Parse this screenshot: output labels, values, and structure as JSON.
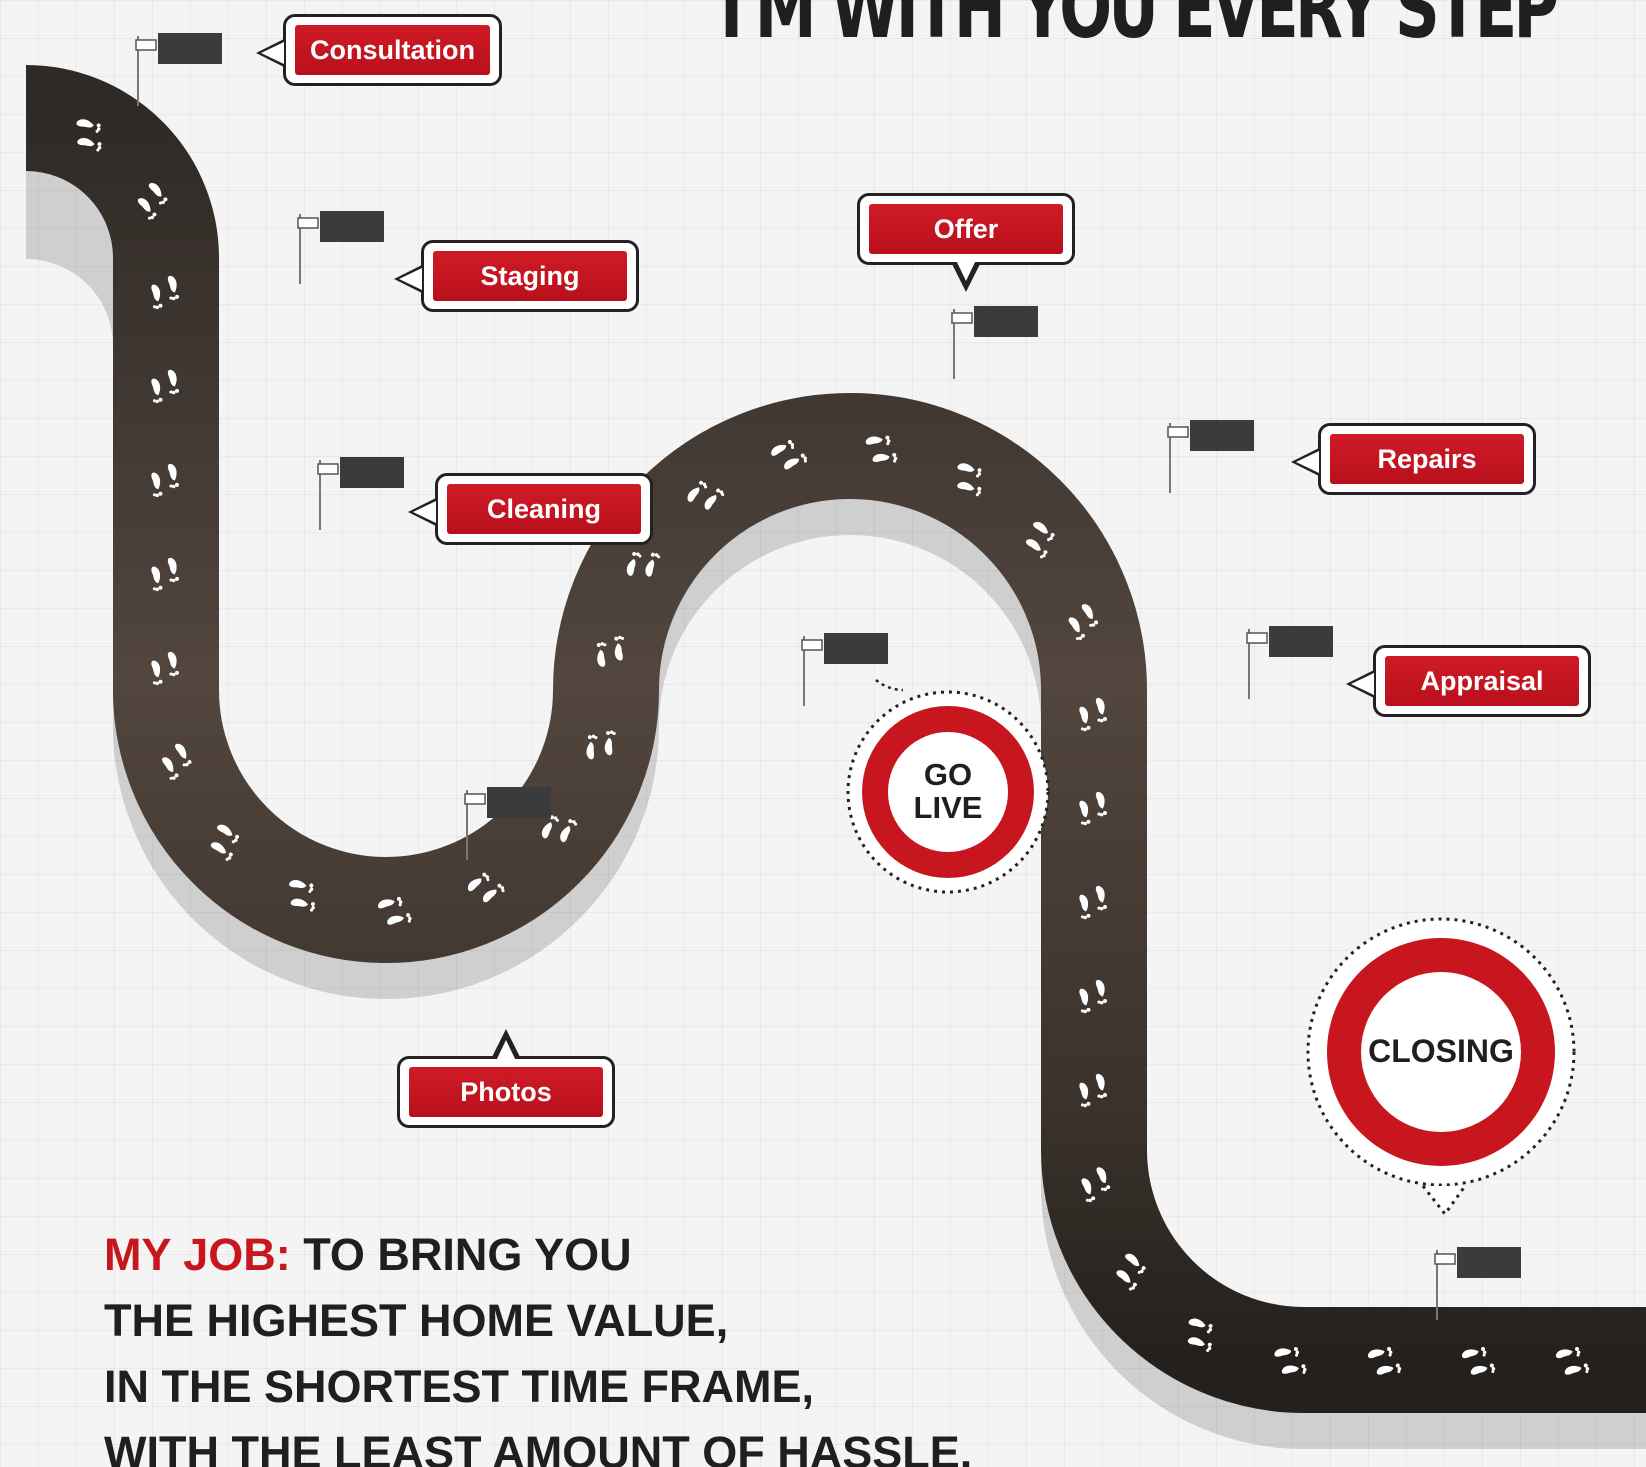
{
  "title": "I'M WITH YOU EVERY STEP",
  "colors": {
    "accent": "#c8161f",
    "road": "#3b322c",
    "flag": "#3b3b3b",
    "text": "#1f1f1f"
  },
  "stages": [
    {
      "id": "consultation",
      "label": "Consultation"
    },
    {
      "id": "staging",
      "label": "Staging"
    },
    {
      "id": "cleaning",
      "label": "Cleaning"
    },
    {
      "id": "photos",
      "label": "Photos"
    },
    {
      "id": "offer",
      "label": "Offer"
    },
    {
      "id": "repairs",
      "label": "Repairs"
    },
    {
      "id": "appraisal",
      "label": "Appraisal"
    }
  ],
  "milestones": {
    "go_live": {
      "line1": "GO",
      "line2": "LIVE"
    },
    "closing": {
      "label": "CLOSING"
    }
  },
  "job": {
    "lead": "MY JOB:",
    "line1": "TO BRING YOU",
    "line2": "THE HIGHEST HOME VALUE,",
    "line3": "IN THE SHORTEST TIME FRAME,",
    "line4": "WITH THE LEAST AMOUNT OF HASSLE."
  },
  "icons": {
    "step": "footprints-icon",
    "marker": "flag-icon"
  }
}
